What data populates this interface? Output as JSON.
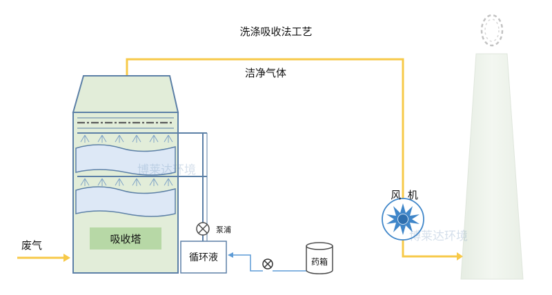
{
  "title": "洗涤吸收法工艺",
  "labels": {
    "clean_gas": "洁净气体",
    "waste_gas": "废气",
    "tower": "吸收塔",
    "pump": "泵浦",
    "circulating_liquid": "循环液",
    "chemical_tank": "药箱",
    "fan": "风  机"
  },
  "watermarks": [
    "博莱达环境",
    "博莱达环境"
  ],
  "colors": {
    "gas_pipe": "#f7c948",
    "liquid_pipe": "#5d9bd6",
    "tower_fill": "#e2edd9",
    "tower_border": "#5b7fa6",
    "packing_fill": "#dde8f6",
    "tower_label_bg": "#b7d8a6",
    "fan_blue": "#3f86c9",
    "chimney_fill": "#eef3ec"
  }
}
